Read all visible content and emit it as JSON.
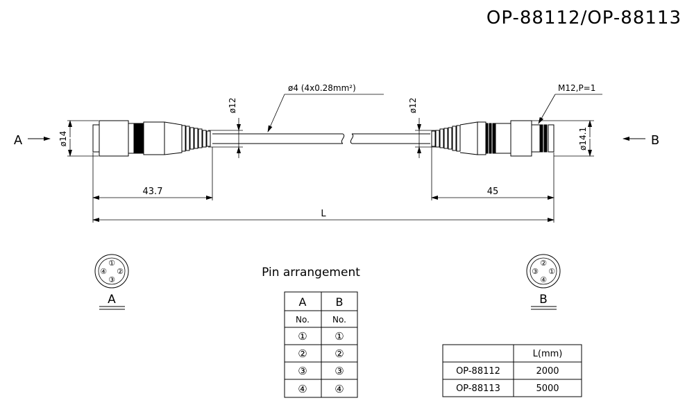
{
  "title": "OP-88112/OP-88113",
  "end_a_label": "A",
  "end_b_label": "B",
  "dim": {
    "dia_a_body": "ø14",
    "dia_a_boot": "ø12",
    "cable": "ø4 (4x0.28mm²)",
    "dia_b_boot": "ø12",
    "thread": "M12,P=1",
    "dia_b_body": "ø14.1",
    "len_a": "43.7",
    "len_b": "45",
    "total": "L"
  },
  "pin_arrangement": {
    "heading": "Pin arrangement",
    "face_a": {
      "label": "A",
      "pins": [
        "①",
        "②",
        "③",
        "④"
      ]
    },
    "face_b": {
      "label": "B",
      "pins": [
        "②",
        "①",
        "③",
        "④"
      ]
    },
    "table": {
      "headers": [
        "A",
        "B"
      ],
      "subheaders": [
        "No.",
        "No."
      ],
      "rows": [
        [
          "①",
          "①"
        ],
        [
          "②",
          "②"
        ],
        [
          "③",
          "③"
        ],
        [
          "④",
          "④"
        ]
      ]
    }
  },
  "length_table": {
    "header": [
      "",
      "L(mm)"
    ],
    "rows": [
      [
        "OP-88112",
        "2000"
      ],
      [
        "OP-88113",
        "5000"
      ]
    ]
  }
}
